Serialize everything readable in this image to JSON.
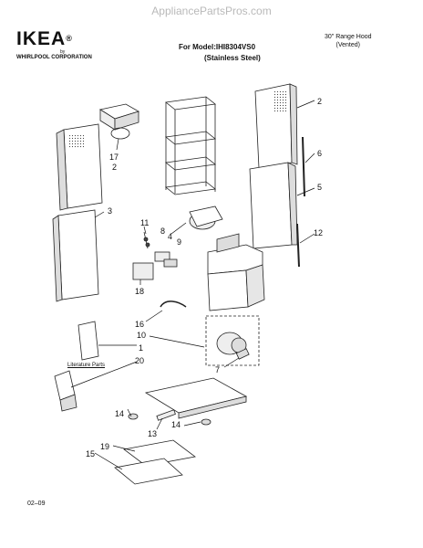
{
  "watermark": "AppliancePartsPros.com",
  "brand": {
    "logo": "IKEA",
    "registered": "®",
    "by": "by",
    "corporation": "WHIRLPOOL CORPORATION"
  },
  "header": {
    "model_line": "For Model:IHI8304VS0",
    "model_finish": "(Stainless Steel)",
    "product_line1": "30\" Range Hood",
    "product_line2": "(Vented)"
  },
  "callouts": [
    "2",
    "6",
    "5",
    "12",
    "17",
    "2",
    "3",
    "11",
    "8",
    "4",
    "9",
    "18",
    "16",
    "10",
    "1",
    "20",
    "7",
    "14",
    "13",
    "14",
    "19",
    "15"
  ],
  "literature_label": "Literature Parts",
  "footer_code": "02–09"
}
